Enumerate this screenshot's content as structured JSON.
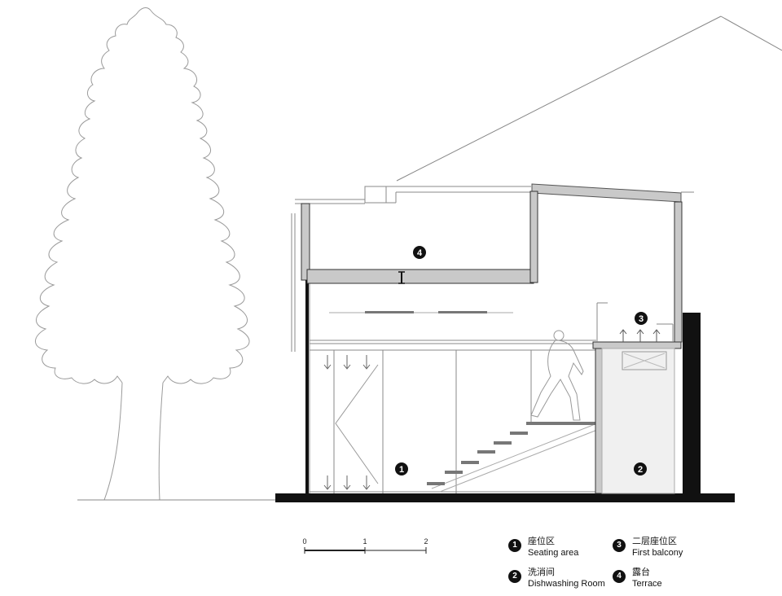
{
  "markers": [
    {
      "num": "1"
    },
    {
      "num": "2"
    },
    {
      "num": "3"
    },
    {
      "num": "4"
    }
  ],
  "scale_bar": {
    "ticks": [
      "0",
      "1",
      "2"
    ]
  },
  "legend": [
    {
      "num": "1",
      "zh": "座位区",
      "en": "Seating area"
    },
    {
      "num": "2",
      "zh": "洗消间",
      "en": "Dishwashing Room"
    },
    {
      "num": "3",
      "zh": "二层座位区",
      "en": "First balcony"
    },
    {
      "num": "4",
      "zh": "露台",
      "en": "Terrace"
    }
  ],
  "colors": {
    "line": "#888888",
    "wall_fill": "#c9c9c9",
    "solid": "#111111"
  }
}
